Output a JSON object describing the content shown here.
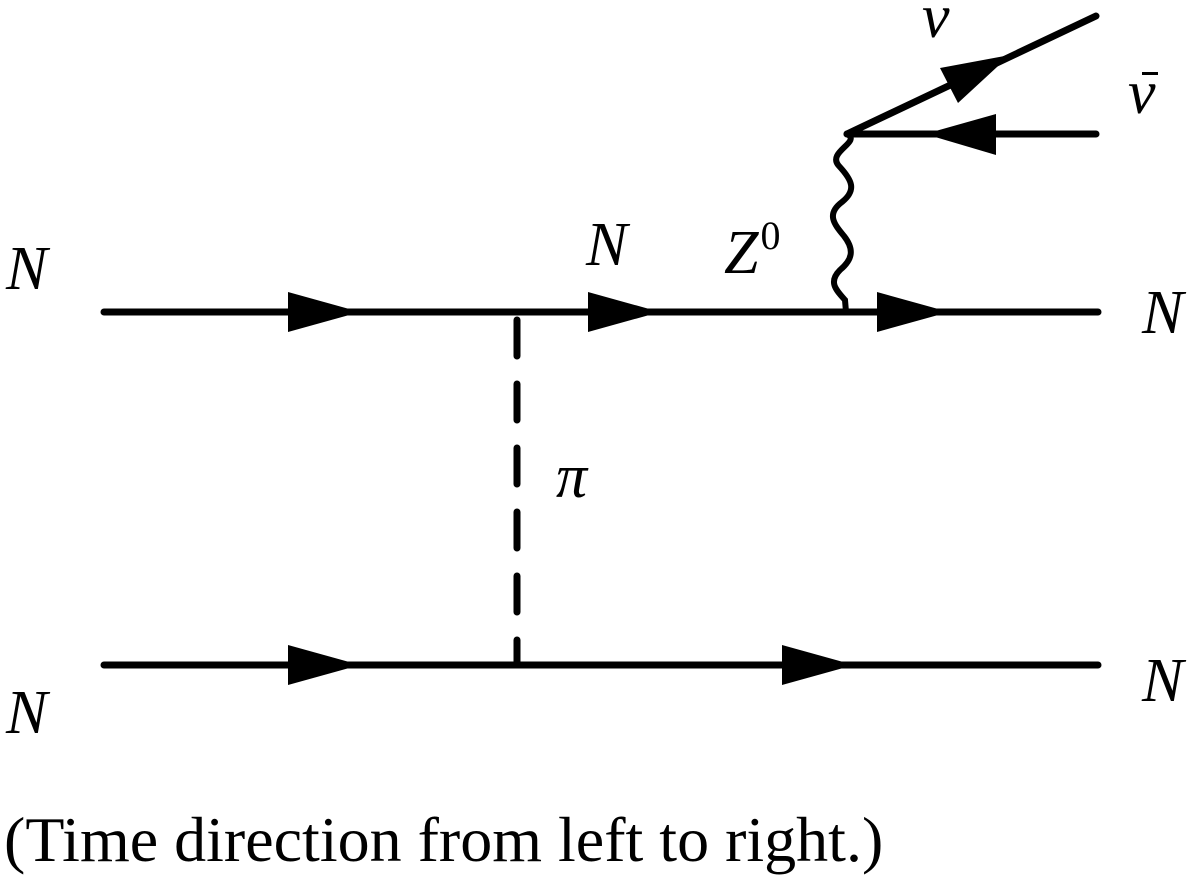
{
  "diagram": {
    "labels": {
      "incoming_top": "N",
      "incoming_bottom": "N",
      "intermediate": "N",
      "boson": "Z",
      "boson_superscript": "0",
      "pion": "π",
      "neutrino": "ν",
      "antineutrino": "ν",
      "outgoing_top": "N",
      "outgoing_bottom": "N"
    },
    "caption": "(Time direction from left to right.)",
    "colors": {
      "line": "#000000",
      "background": "#ffffff"
    }
  }
}
